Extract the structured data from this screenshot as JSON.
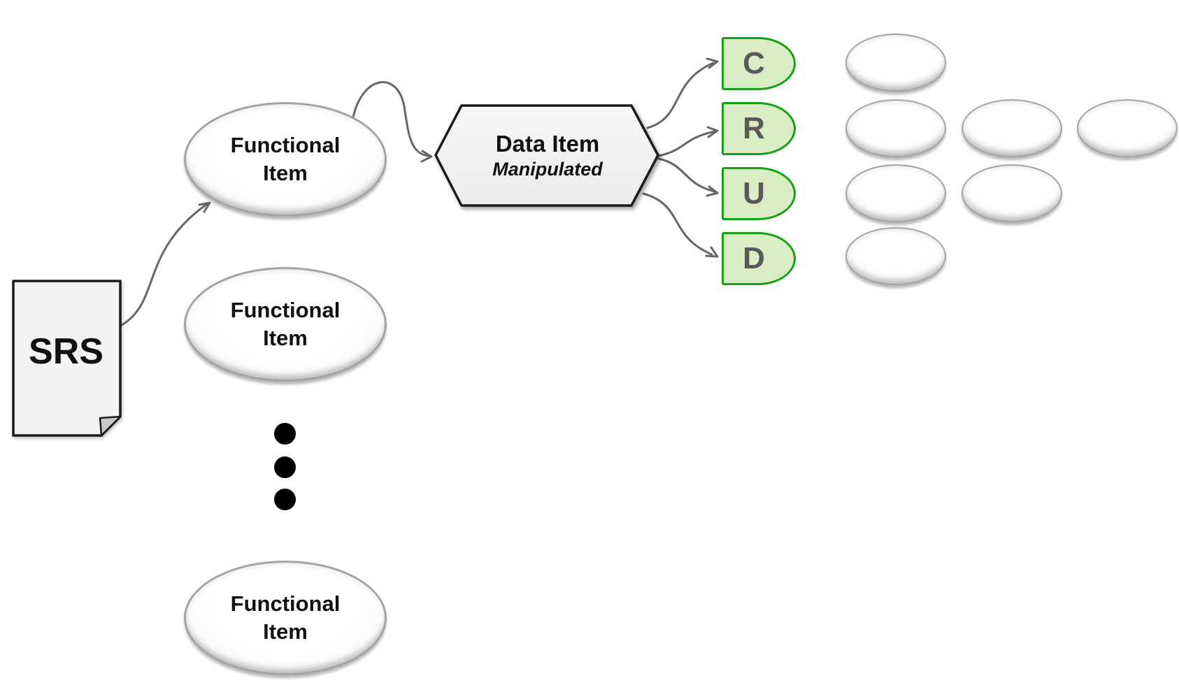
{
  "srs": {
    "label": "SRS"
  },
  "functional_items": [
    {
      "line1": "Functional",
      "line2": "Item"
    },
    {
      "line1": "Functional",
      "line2": "Item"
    },
    {
      "line1": "Functional",
      "line2": "Item"
    }
  ],
  "data_item": {
    "title": "Data Item",
    "subtitle": "Manipulated"
  },
  "crud_operations": [
    {
      "label": "C"
    },
    {
      "label": "R"
    },
    {
      "label": "U"
    },
    {
      "label": "D"
    }
  ],
  "empty_ellipses": {
    "rows_pattern": [
      1,
      3,
      2,
      1
    ],
    "total": 7
  },
  "colors": {
    "connector": "#666666",
    "crud_border": "#15a015",
    "crud_fill": "#d9edc4",
    "crud_letter": "#595959",
    "shape_outline": "#1a1a1a",
    "document_fill": "#f2f2f2"
  }
}
